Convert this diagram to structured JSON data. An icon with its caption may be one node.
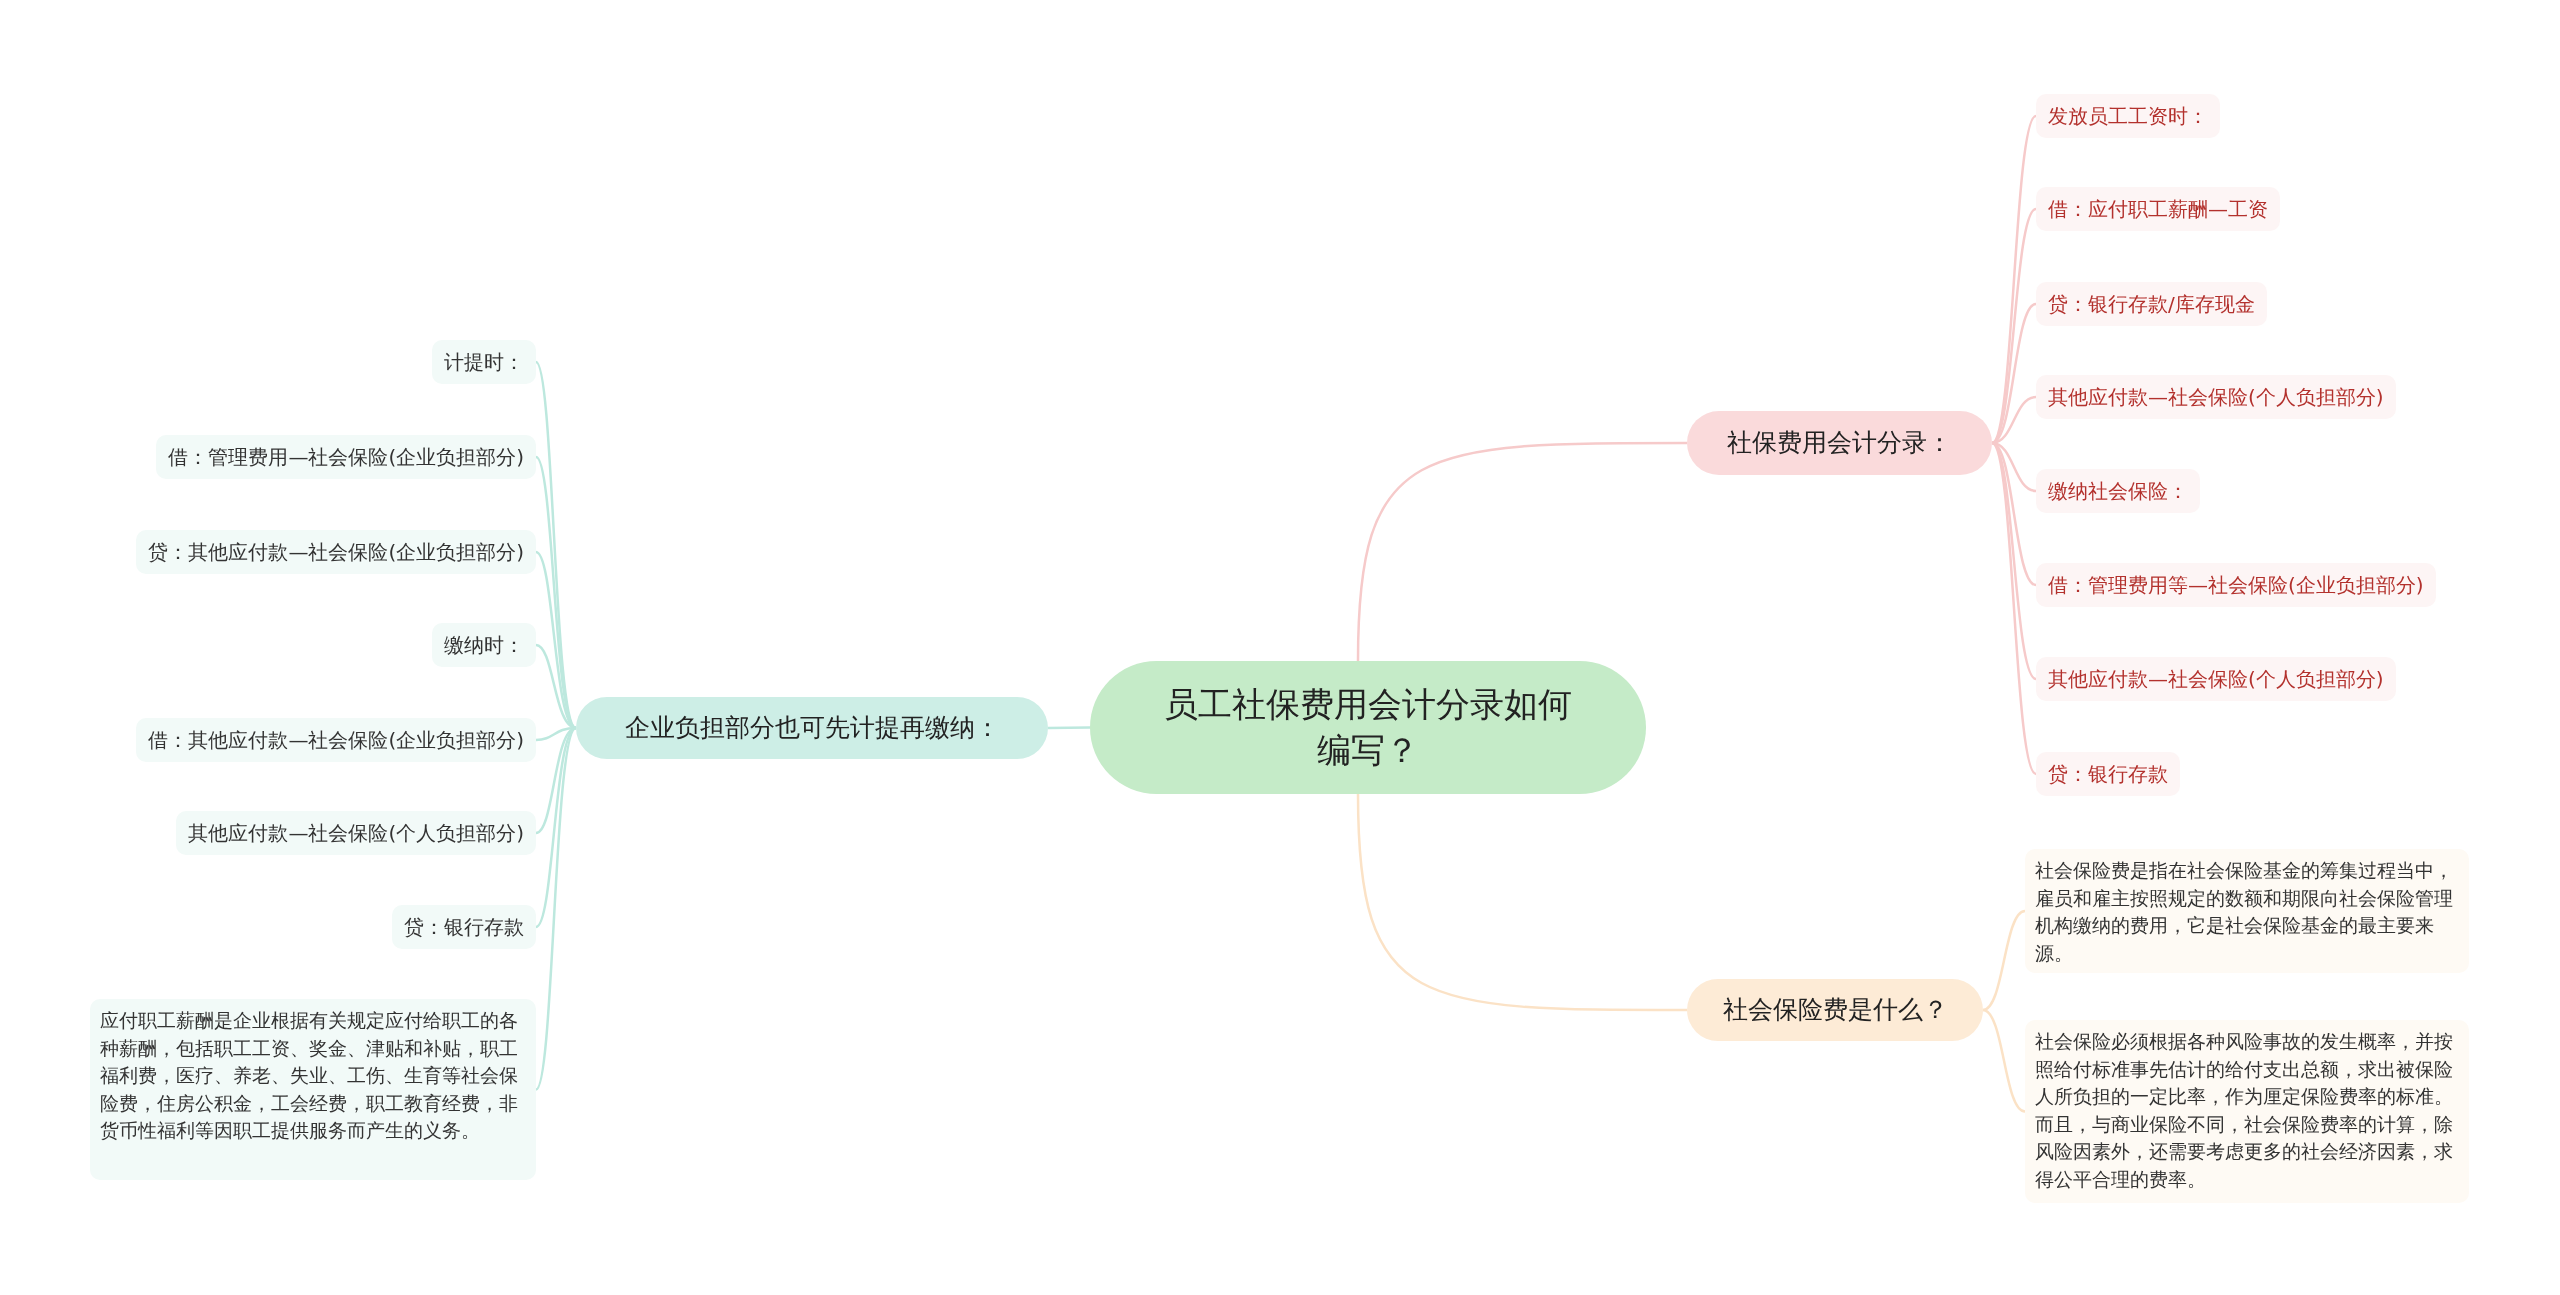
{
  "diagram": {
    "nodes": [
      {
        "text": [
          "员工社保费用会计分录如何编写？"
        ]
      },
      {
        "text": [
          "社保费用会计分录："
        ]
      },
      {
        "text": [
          "发放员工工资时："
        ]
      },
      {
        "text": [
          "借：应付职工薪酬—工资"
        ]
      },
      {
        "text": [
          "贷：银行存款/库存现金"
        ]
      },
      {
        "text": [
          "其他应付款—社会保险(个人负担部分)"
        ]
      },
      {
        "text": [
          "缴纳社会保险："
        ]
      },
      {
        "text": [
          "借：管理费用等—社会保险(企业负担部分)"
        ]
      },
      {
        "text": [
          "其他应付款—社会保险(个人负担部分)"
        ]
      },
      {
        "text": [
          "贷：银行存款"
        ]
      },
      {
        "text": [
          "社会保险费是什么？"
        ]
      },
      {
        "text": [
          "社会保险费是指在社会保险基金的筹集过程当中，雇员和雇主按照规定的数额和期限向社会保险管理机构缴纳的费用，它是社会保险基金的最主要来源。"
        ]
      },
      {
        "text": [
          "社会保险必须根据各种风险事故的发生概率，并按照给付标准事先估计的给付支出总额，求出被保险人所负担的一定比率，作为厘定保险费率的标准。而且，与商业保险不同，社会保险费率的计算，除风险因素外，还需要考虑更多的社会经济因素，求得公平合理的费率。"
        ]
      },
      {
        "text": [
          "企业负担部分也可先计提再缴纳："
        ]
      },
      {
        "text": [
          "计提时："
        ]
      },
      {
        "text": [
          "借：管理费用—社会保险(企业负担部分)"
        ]
      },
      {
        "text": [
          "贷：其他应付款—社会保险(企业负担部分)"
        ]
      },
      {
        "text": [
          "缴纳时："
        ]
      },
      {
        "text": [
          "借：其他应付款—社会保险(企业负担部分)"
        ]
      },
      {
        "text": [
          "其他应付款—社会保险(个人负担部分)"
        ]
      },
      {
        "text": [
          "贷：银行存款"
        ]
      },
      {
        "text": [
          "应付职工薪酬是企业根据有关规定应付给职工的各种薪酬，包括职工工资、奖金、津贴和补贴，职工福利费，医疗、养老、失业、工伤、生育等社会保险费，住房公积金，工会经费，职工教育经费，非货币性福利等因职工提供服务而产生的义务。"
        ]
      }
    ],
    "edges": [
      {
        "from": 0,
        "to": 1,
        "arrow": "none",
        "color": "#f6caca"
      },
      {
        "from": 1,
        "to": 2,
        "arrow": "none",
        "color": "#f6caca"
      },
      {
        "from": 1,
        "to": 3,
        "arrow": "none",
        "color": "#f6caca"
      },
      {
        "from": 1,
        "to": 4,
        "arrow": "none",
        "color": "#f6caca"
      },
      {
        "from": 1,
        "to": 5,
        "arrow": "none",
        "color": "#f6caca"
      },
      {
        "from": 1,
        "to": 6,
        "arrow": "none",
        "color": "#f6caca"
      },
      {
        "from": 1,
        "to": 7,
        "arrow": "none",
        "color": "#f6caca"
      },
      {
        "from": 1,
        "to": 8,
        "arrow": "none",
        "color": "#f6caca"
      },
      {
        "from": 1,
        "to": 9,
        "arrow": "none",
        "color": "#f6caca"
      },
      {
        "from": 0,
        "to": 10,
        "arrow": "none",
        "color": "#fbe2c6"
      },
      {
        "from": 10,
        "to": 11,
        "arrow": "none",
        "color": "#fbe2c6"
      },
      {
        "from": 10,
        "to": 12,
        "arrow": "none",
        "color": "#fbe2c6"
      },
      {
        "from": 0,
        "to": 13,
        "arrow": "none",
        "color": "#bde8de"
      },
      {
        "from": 13,
        "to": 14,
        "arrow": "none",
        "color": "#bde8de"
      },
      {
        "from": 13,
        "to": 15,
        "arrow": "none",
        "color": "#bde8de"
      },
      {
        "from": 13,
        "to": 16,
        "arrow": "none",
        "color": "#bde8de"
      },
      {
        "from": 13,
        "to": 17,
        "arrow": "none",
        "color": "#bde8de"
      },
      {
        "from": 13,
        "to": 18,
        "arrow": "none",
        "color": "#bde8de"
      },
      {
        "from": 13,
        "to": 19,
        "arrow": "none",
        "color": "#bde8de"
      },
      {
        "from": 13,
        "to": 20,
        "arrow": "none",
        "color": "#bde8de"
      },
      {
        "from": 13,
        "to": 21,
        "arrow": "none",
        "color": "#bde8de"
      }
    ]
  }
}
